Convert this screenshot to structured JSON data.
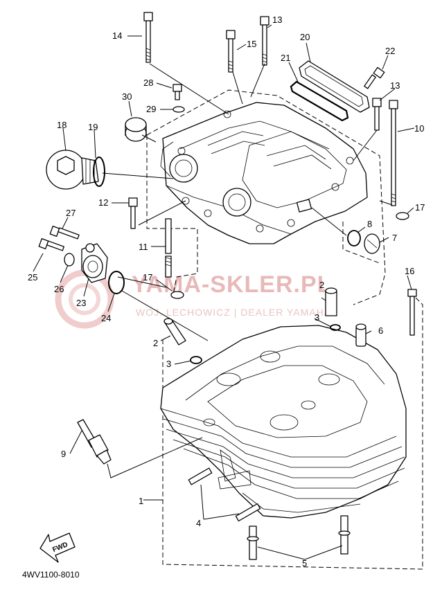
{
  "diagram": {
    "parts": [
      {
        "id": "p1",
        "label": "1"
      },
      {
        "id": "p2a",
        "label": "2"
      },
      {
        "id": "p2b",
        "label": "2"
      },
      {
        "id": "p3a",
        "label": "3"
      },
      {
        "id": "p3b",
        "label": "3"
      },
      {
        "id": "p4",
        "label": "4"
      },
      {
        "id": "p5",
        "label": "5"
      },
      {
        "id": "p6",
        "label": "6"
      },
      {
        "id": "p7",
        "label": "7"
      },
      {
        "id": "p8",
        "label": "8"
      },
      {
        "id": "p9",
        "label": "9"
      },
      {
        "id": "p10",
        "label": "10"
      },
      {
        "id": "p11",
        "label": "11"
      },
      {
        "id": "p12",
        "label": "12"
      },
      {
        "id": "p13a",
        "label": "13"
      },
      {
        "id": "p13b",
        "label": "13"
      },
      {
        "id": "p14",
        "label": "14"
      },
      {
        "id": "p15",
        "label": "15"
      },
      {
        "id": "p16",
        "label": "16"
      },
      {
        "id": "p17a",
        "label": "17"
      },
      {
        "id": "p17b",
        "label": "17"
      },
      {
        "id": "p18",
        "label": "18"
      },
      {
        "id": "p19",
        "label": "19"
      },
      {
        "id": "p20",
        "label": "20"
      },
      {
        "id": "p21",
        "label": "21"
      },
      {
        "id": "p22",
        "label": "22"
      },
      {
        "id": "p23",
        "label": "23"
      },
      {
        "id": "p24",
        "label": "24"
      },
      {
        "id": "p25",
        "label": "25"
      },
      {
        "id": "p26",
        "label": "26"
      },
      {
        "id": "p27",
        "label": "27"
      },
      {
        "id": "p28",
        "label": "28"
      },
      {
        "id": "p29",
        "label": "29"
      },
      {
        "id": "p30",
        "label": "30"
      }
    ],
    "diagram_code": "4WV1100-8010",
    "direction_label": "FWD",
    "watermark": {
      "brand": "YAMA-SKLER.PL",
      "dealer": "WOJ. LECHOWICZ | DEALER YAMAHA"
    }
  },
  "colors": {
    "line": "#000000",
    "background": "#ffffff",
    "watermark": "#e8b9b9"
  }
}
